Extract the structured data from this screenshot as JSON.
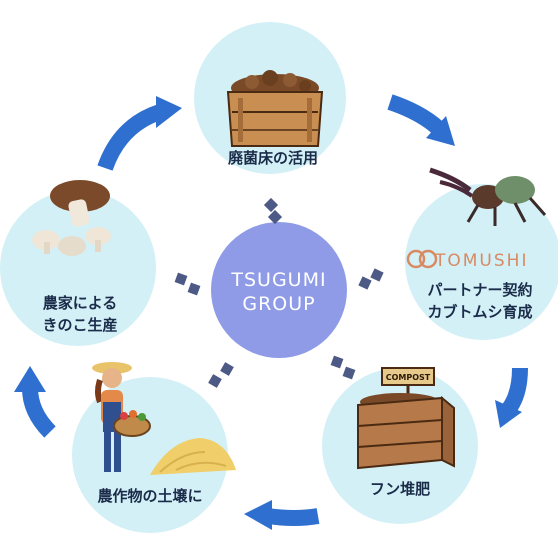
{
  "center": {
    "line1": "TSUGUMI",
    "line2": "GROUP"
  },
  "nodes": {
    "top": {
      "label": "廃菌床の活用"
    },
    "right": {
      "brand": "TOMUSHI",
      "line1": "パートナー契約",
      "line2": "カブトムシ育成"
    },
    "bottom_right": {
      "label": "フン堆肥",
      "sign": "COMPOST"
    },
    "bottom_left": {
      "label": "農作物の土壌に"
    },
    "left": {
      "line1": "農家による",
      "line2": "きのこ生産"
    }
  },
  "colors": {
    "circle_fill": "#d3f0f6",
    "center_fill": "#8f9be6",
    "arrow": "#2f6fcf",
    "connector": "#4d5a86",
    "label": "#1b2c4a",
    "brand": "#d88a62"
  }
}
